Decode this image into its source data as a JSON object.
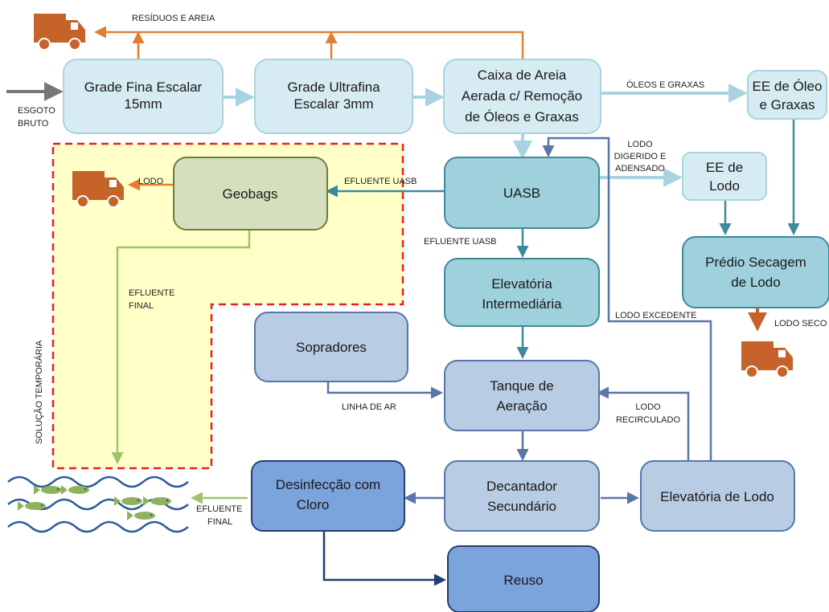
{
  "nodes": {
    "grade_fina": [
      "Grade Fina Escalar",
      "15mm"
    ],
    "grade_ultrafina": [
      "Grade Ultrafina",
      "Escalar 3mm"
    ],
    "caixa_areia": [
      "Caixa de Areia",
      "Aerada c/ Remoção",
      "de Óleos e Graxas"
    ],
    "ee_oleo": [
      "EE de Óleo",
      "e Graxas"
    ],
    "uasb": [
      "UASB"
    ],
    "ee_lodo": [
      "EE de",
      "Lodo"
    ],
    "geobags": [
      "Geobags"
    ],
    "predio_secagem": [
      "Prédio Secagem",
      "de Lodo"
    ],
    "elevatoria_intermediaria": [
      "Elevatória",
      "Intermediária"
    ],
    "sopradores": [
      "Sopradores"
    ],
    "tanque_aeracao": [
      "Tanque de",
      "Aeração"
    ],
    "desinfeccao": [
      "Desinfecção com",
      "Cloro"
    ],
    "decantador": [
      "Decantador",
      "Secundário"
    ],
    "elevatoria_lodo": [
      "Elevatória de Lodo"
    ],
    "reuso": [
      "Reuso"
    ]
  },
  "labels": {
    "residuos_areia": [
      "RESÍDUOS E AREIA"
    ],
    "esgoto_bruto": [
      "ESGOTO",
      "BRUTO"
    ],
    "oleos_graxas": [
      "ÓLEOS E GRAXAS"
    ],
    "lodo_digerido": [
      "LODO",
      "DIGERIDO E",
      "ADENSADO"
    ],
    "efluente_uasb_1": [
      "EFLUENTE UASB"
    ],
    "efluente_uasb_2": [
      "EFLUENTE UASB"
    ],
    "lodo_geobags": [
      "LODO"
    ],
    "efluente_final_1": [
      "EFLUENTE",
      "FINAL"
    ],
    "efluente_final_2": [
      "EFLUENTE",
      "FINAL"
    ],
    "lodo_seco": [
      "LODO SECO"
    ],
    "lodo_excedente": [
      "LODO EXCEDENTE"
    ],
    "linha_ar": [
      "LINHA DE AR"
    ],
    "lodo_recirculado": [
      "LODO",
      "RECIRCULADO"
    ],
    "solucao_temporaria": [
      "SOLUÇÃO TEMPORÁRIA"
    ]
  },
  "colors": {
    "light_box": "#d7ebf2",
    "light_border": "#a9d3e0",
    "teal_box": "#9fd1dc",
    "teal_border": "#3e8a9a",
    "olive_box": "#d5dfbd",
    "olive_border": "#6a7e3f",
    "periwinkle_box": "#b8cce4",
    "periwinkle_border": "#5876a8",
    "blue_box": "#7ba3dc",
    "blue_border": "#233f73",
    "orange": "#e47e2f",
    "truck": "#c5632b",
    "dashed_red": "#e82020",
    "yellow_zone": "#ffffc8",
    "green_arrow": "#9ec36b",
    "fish": "#8fb35b",
    "wave": "#2d5d9b"
  },
  "icons": [
    "truck-icon",
    "fish-icon",
    "water-wave-icon"
  ]
}
